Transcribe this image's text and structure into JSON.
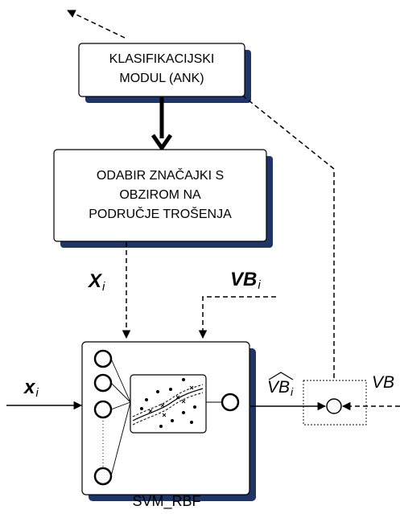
{
  "diagram": {
    "box_classifier": {
      "line1": "KLASIFIKACIJSKI",
      "line2": "MODUL (ANK)"
    },
    "box_features": {
      "line1": "ODABIR ZNAČAJKI S",
      "line2": "OBZIROM NA",
      "line3": "PODRUČJE TROŠENJA"
    },
    "label_X": {
      "base": "X",
      "sub": "i"
    },
    "label_VB": {
      "base": "VB",
      "sub": "i"
    },
    "label_x": {
      "base": "x",
      "sub": "i"
    },
    "label_VBhat": {
      "base": "VB",
      "sub": "i"
    },
    "label_VB_right": {
      "base": "VB"
    },
    "svm_caption": "SVM_RBF",
    "colors": {
      "ink": "#000000",
      "shadow": "#1f3566",
      "background": "#ffffff"
    }
  }
}
